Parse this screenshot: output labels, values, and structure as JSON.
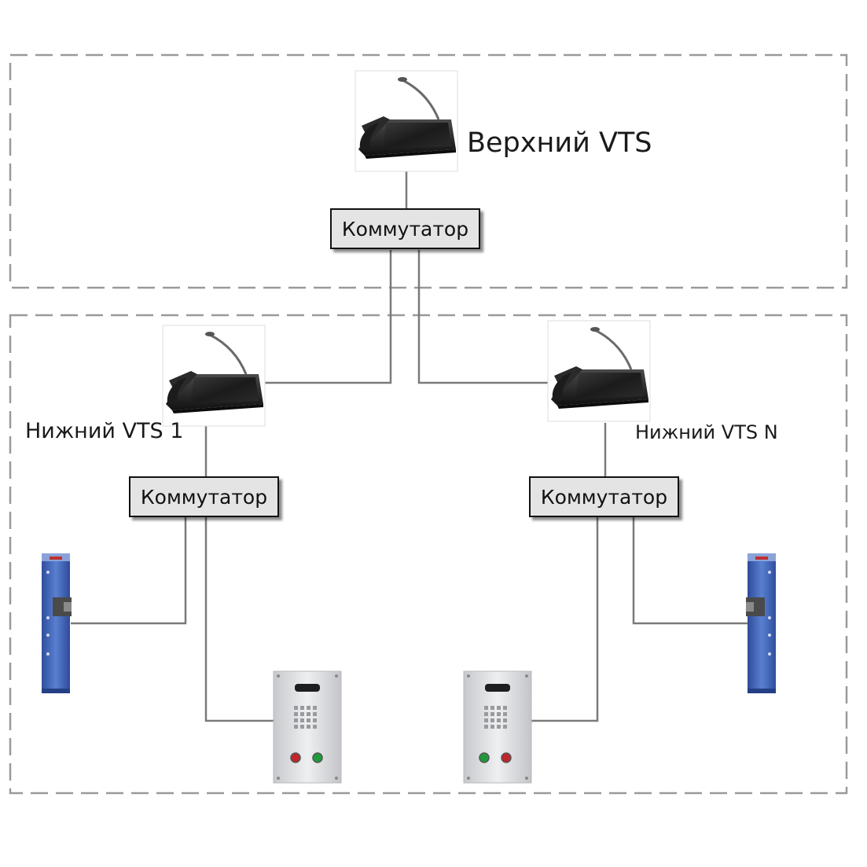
{
  "labels": {
    "upper_vts": "Верхний VTS",
    "lower_vts_1": "Нижний VTS 1",
    "lower_vts_n": "Нижний VTS N"
  },
  "switches": {
    "top": "Коммутатор",
    "left": "Коммутатор",
    "right": "Коммутатор"
  },
  "colors": {
    "zone_border": "#9a9a9a",
    "line": "#7a7a7a",
    "switch_fill": "#e4e4e4",
    "barrier_blue": "#3f63b8",
    "panel_metal": "#dcdde0",
    "button_red": "#c0262b",
    "button_green": "#1f9a3b"
  },
  "icons": {
    "station": "desk-intercom-station-icon",
    "barrier": "parking-barrier-icon",
    "door_panel": "door-call-panel-icon"
  }
}
